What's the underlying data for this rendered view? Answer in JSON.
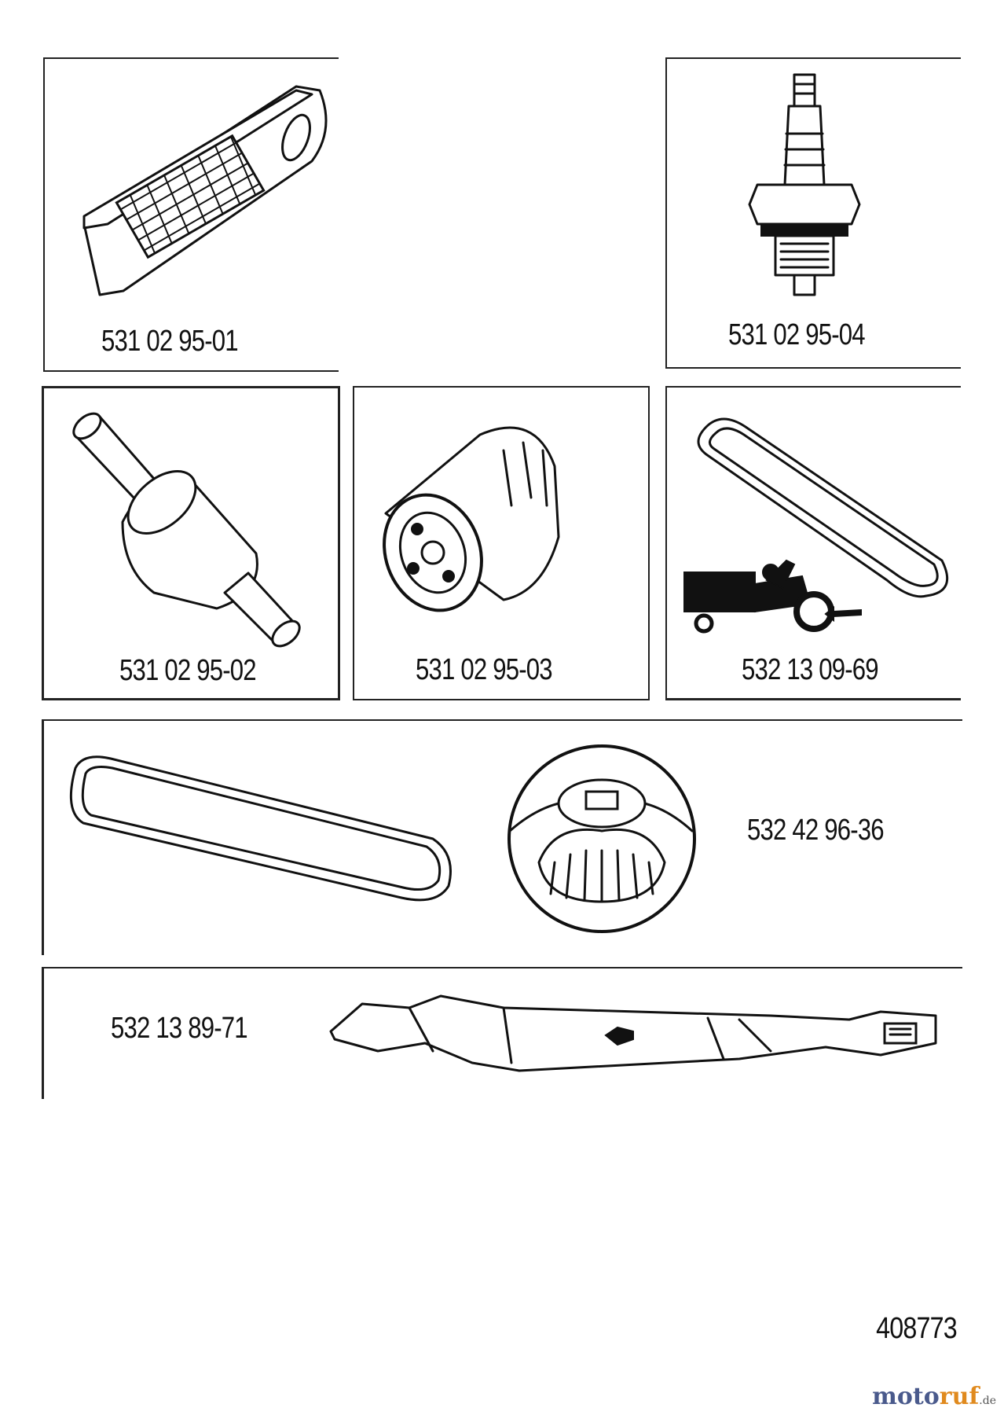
{
  "parts": [
    {
      "id": "air-filter",
      "part_number": "531 02 95-01"
    },
    {
      "id": "spark-plug",
      "part_number": "531 02 95-04"
    },
    {
      "id": "fuel-filter",
      "part_number": "531 02 95-02"
    },
    {
      "id": "oil-filter",
      "part_number": "531 02 95-03"
    },
    {
      "id": "drive-belt",
      "part_number": "532 13 09-69"
    },
    {
      "id": "belt-pulley-kit",
      "part_number": "532 42 96-36"
    },
    {
      "id": "mower-blade",
      "part_number": "532 13 89-71"
    }
  ],
  "diagram_id": "408773",
  "watermark": {
    "part1": "moto",
    "part2": "ruf",
    "suffix": ".de"
  },
  "icons": [
    "air-filter-icon",
    "spark-plug-icon",
    "fuel-filter-icon",
    "oil-filter-icon",
    "v-belt-icon",
    "riding-mower-icon",
    "pulley-icon",
    "mower-blade-icon"
  ]
}
